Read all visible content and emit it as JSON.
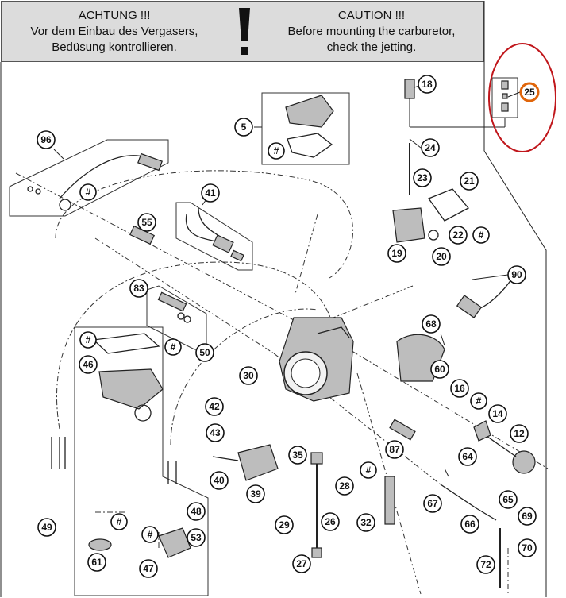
{
  "banner": {
    "de_title": "ACHTUNG !!!",
    "de_line1": "Vor dem Einbau des Vergasers,",
    "de_line2": "Bedüsung kontrollieren.",
    "en_title": "CAUTION !!!",
    "en_line1": "Before mounting the carburetor,",
    "en_line2": "check the jetting."
  },
  "callouts": {
    "c5": "5",
    "c12": "12",
    "c14": "14",
    "c16": "16",
    "c18": "18",
    "c19": "19",
    "c20": "20",
    "c21": "21",
    "c22": "22",
    "c23": "23",
    "c24": "24",
    "c25": "25",
    "c26": "26",
    "c27": "27",
    "c28": "28",
    "c29": "29",
    "c30": "30",
    "c32": "32",
    "c35": "35",
    "c39": "39",
    "c40": "40",
    "c41": "41",
    "c42": "42",
    "c43": "43",
    "c46": "46",
    "c47": "47",
    "c48": "48",
    "c49": "49",
    "c50": "50",
    "c53": "53",
    "c55": "55",
    "c60": "60",
    "c61": "61",
    "c64": "64",
    "c65": "65",
    "c66": "66",
    "c67": "67",
    "c68": "68",
    "c69": "69",
    "c70": "70",
    "c72": "72",
    "c83": "83",
    "c87": "87",
    "c90": "90",
    "c96": "96",
    "hash": "#"
  },
  "highlight": {
    "callout": "25",
    "ring_color": "#c0161b",
    "circle_color": "#e0650a"
  }
}
